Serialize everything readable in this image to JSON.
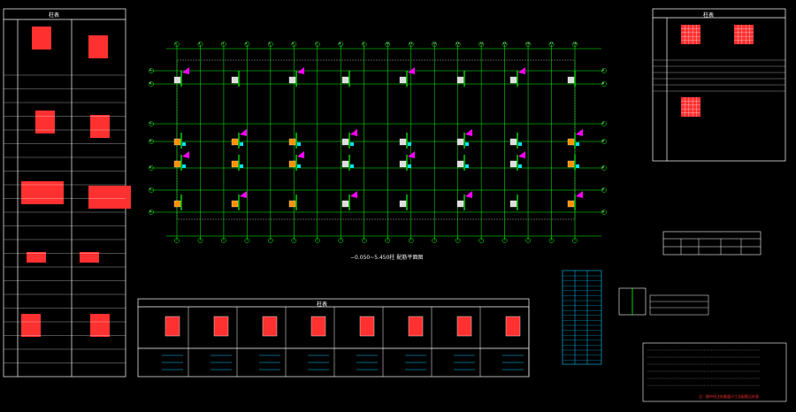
{
  "plan": {
    "caption": "−0.050~5.450柱  配筋平面图",
    "axis_labels_top": [
      "1",
      "2",
      "3",
      "4",
      "5",
      "6",
      "7",
      "8",
      "9",
      "10",
      "11",
      "12",
      "13",
      "14",
      "15",
      "16",
      "17",
      "18"
    ],
    "axis_labels_left": [
      "A",
      "B",
      "C",
      "D",
      "E",
      "F",
      "G"
    ],
    "axis_labels_right": [
      "A",
      "B",
      "C",
      "D",
      "E",
      "F",
      "G"
    ]
  },
  "left_table": {
    "title": "柱表"
  },
  "bottom_table": {
    "title": "柱表"
  },
  "right_table": {
    "title": "柱表"
  },
  "notes": {
    "footer": "注：图中所注柱截面尺寸及配筋见柱表"
  },
  "colors": {
    "frame": "#ffffff",
    "axis": "#00ff00",
    "column": "#ff3030",
    "accent_magenta": "#ff00ff",
    "accent_cyan": "#00e5ff",
    "accent_orange": "#ff9000",
    "annotation": "#ffff00",
    "table_cyan": "#00c8ff"
  }
}
